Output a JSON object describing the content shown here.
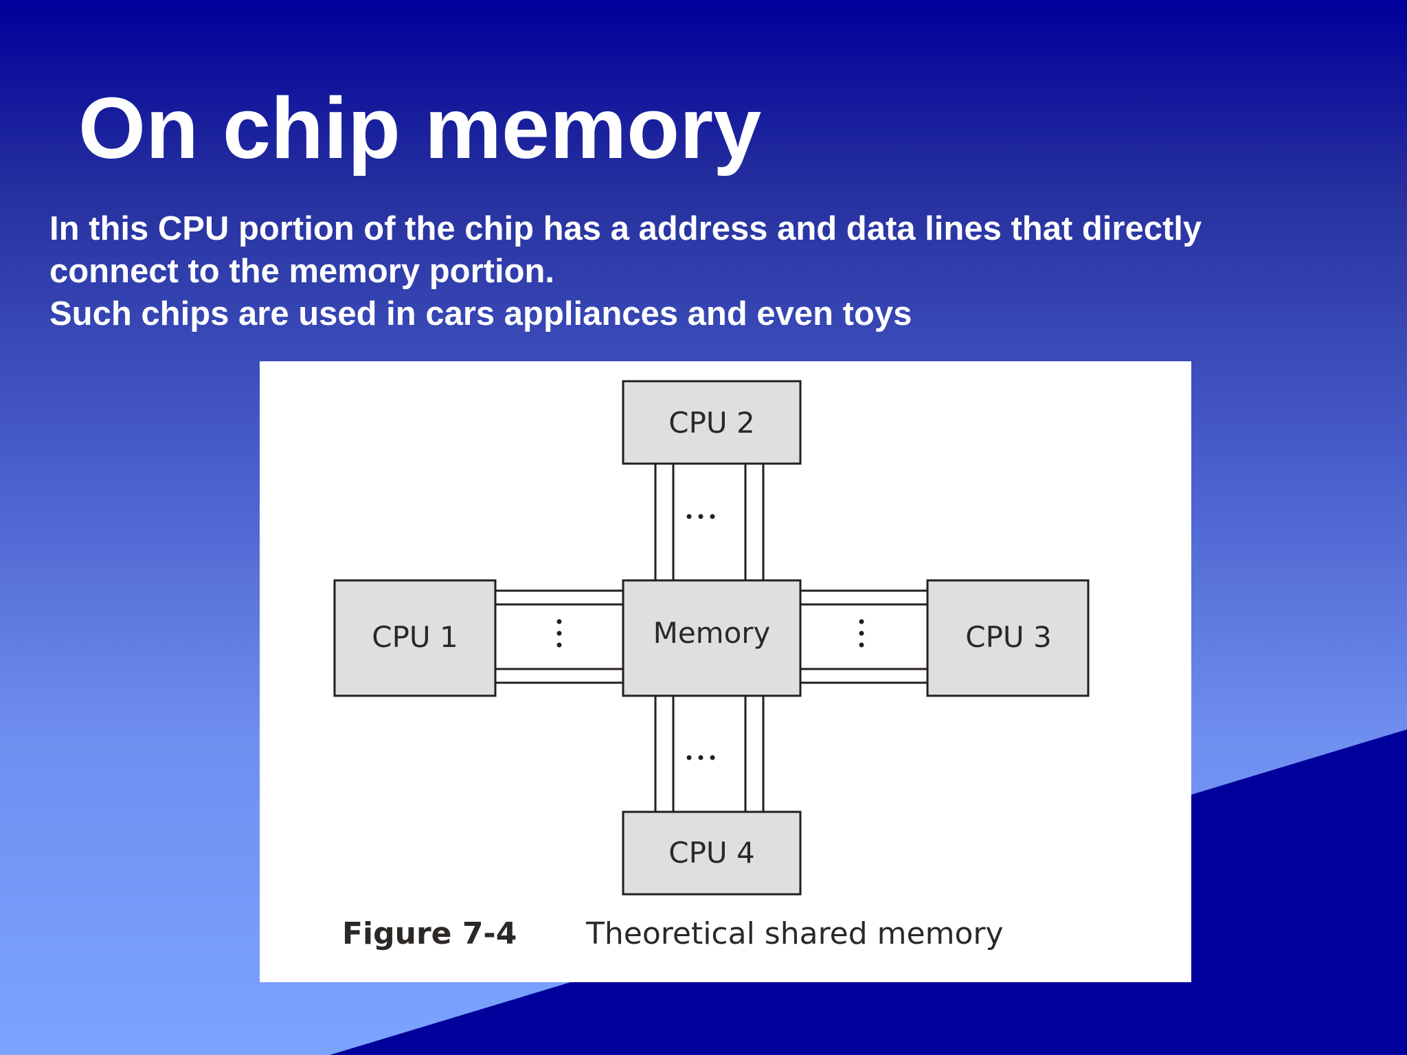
{
  "slide": {
    "title": "On chip memory",
    "body_lines": [
      "In this CPU portion of the chip has a address and data lines that directly",
      "connect to the memory portion.",
      "Such chips are used in cars appliances and even toys"
    ],
    "colors": {
      "background_top": "#00009a",
      "background_bottom": "#7ba3ff",
      "wedge": "#00009a",
      "text": "#ffffff"
    }
  },
  "figure": {
    "nodes": {
      "cpu1": "CPU 1",
      "cpu2": "CPU 2",
      "cpu3": "CPU 3",
      "cpu4": "CPU 4",
      "memory": "Memory"
    },
    "caption_number": "Figure 7-4",
    "caption_text": "Theoretical shared memory",
    "colors": {
      "box_fill": "#e0dfdf",
      "box_stroke": "#241e1c",
      "panel": "#ffffff"
    }
  }
}
